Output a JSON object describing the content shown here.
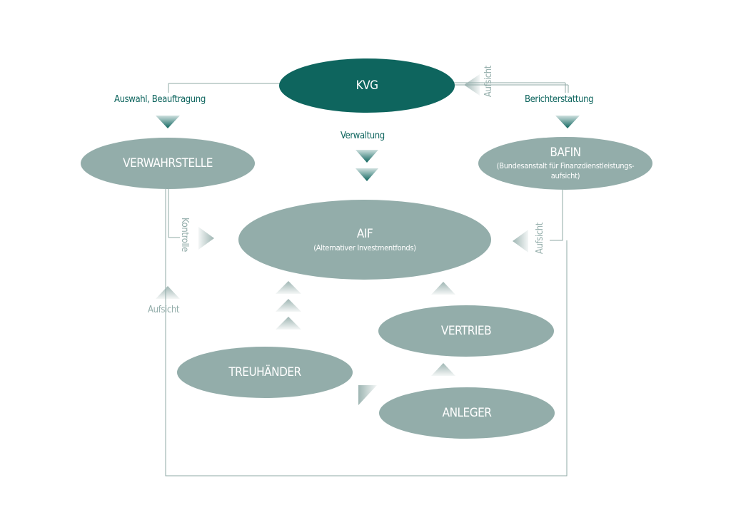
{
  "nodes": {
    "kvg": {
      "label": "KVG"
    },
    "verwahrstelle": {
      "label": "VERWAHRSTELLE"
    },
    "bafin": {
      "label": "BAFIN",
      "sub_line1": "(Bundesanstalt für Finanzdienstleistungs-",
      "sub_line2": "aufsicht)"
    },
    "aif": {
      "label": "AIF",
      "sub": "(Alternativer Investmentfonds)"
    },
    "vertrieb": {
      "label": "VERTRIEB"
    },
    "treuhaender": {
      "label": "TREUHÄNDER"
    },
    "anleger": {
      "label": "ANLEGER"
    }
  },
  "edges": {
    "auswahl": "Auswahl, Beauftragung",
    "verwaltung": "Verwaltung",
    "berichterstattung": "Berichterstattung",
    "aufsicht_kvg": "Aufsicht",
    "kontrolle": "Kontrolle",
    "aufsicht_bafin_aif": "Aufsicht",
    "aufsicht_left": "Aufsicht"
  },
  "colors": {
    "primary": "#0e655e",
    "secondary": "#93adaa",
    "line": "#8fa9a6"
  }
}
